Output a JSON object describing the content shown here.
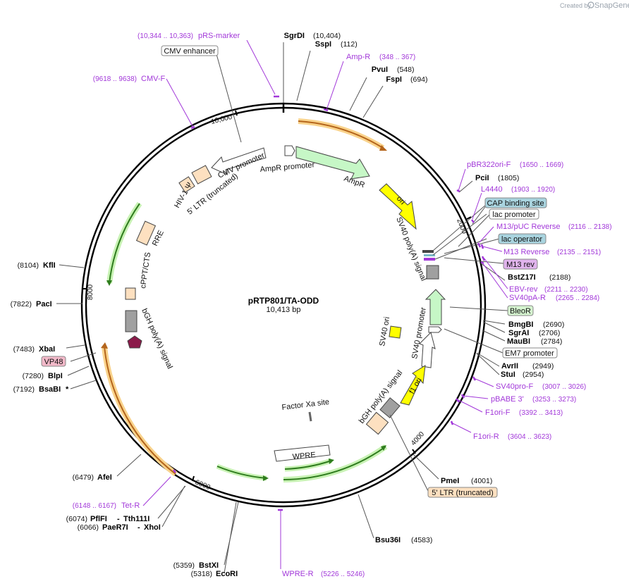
{
  "branding": {
    "credit": "Created by",
    "brand": "SnapGene"
  },
  "map": {
    "name": "pRTP801/TA-ODD",
    "length": "10,413 bp"
  },
  "ticks": [
    "2000",
    "4000",
    "6000",
    "8000",
    "10,000"
  ],
  "enzymes": [
    {
      "name": "SgrDI",
      "pos": "(10,404)"
    },
    {
      "name": "SspI",
      "pos": "(112)"
    },
    {
      "name": "PvuI",
      "pos": "(548)"
    },
    {
      "name": "FspI",
      "pos": "(694)"
    },
    {
      "name": "PciI",
      "pos": "(1805)"
    },
    {
      "name": "BstZ17I",
      "pos": "(2188)"
    },
    {
      "name": "BmgBI",
      "pos": "(2690)"
    },
    {
      "name": "SgrAI",
      "pos": "(2706)"
    },
    {
      "name": "MauBI",
      "pos": "(2784)"
    },
    {
      "name": "AvrII",
      "pos": "(2949)"
    },
    {
      "name": "StuI",
      "pos": "(2954)"
    },
    {
      "name": "PmeI",
      "pos": "(4001)"
    },
    {
      "name": "Bsu36I",
      "pos": "(4583)"
    },
    {
      "name": "BstXI",
      "pos": "(5359)"
    },
    {
      "name": "EcoRI",
      "pos": "(5318)"
    },
    {
      "name": "PflFI",
      "pos": "(6074)"
    },
    {
      "name": "Tth111I",
      "pos": ""
    },
    {
      "name": "PaeR7I",
      "pos": "(6066)"
    },
    {
      "name": "XhoI",
      "pos": ""
    },
    {
      "name": "AfeI",
      "pos": "(6479)"
    },
    {
      "name": "BsaBI",
      "pos": "(7192)",
      "note": "*"
    },
    {
      "name": "BlpI",
      "pos": "(7280)"
    },
    {
      "name": "XbaI",
      "pos": "(7483)"
    },
    {
      "name": "PacI",
      "pos": "(7822)"
    },
    {
      "name": "KflI",
      "pos": "(8104)"
    }
  ],
  "primers": [
    {
      "name": "pRS-marker",
      "pos": "(10,344 .. 10,363)"
    },
    {
      "name": "CMV-F",
      "pos": "(9618 .. 9638)"
    },
    {
      "name": "Amp-R",
      "pos": "(348 .. 367)"
    },
    {
      "name": "pBR322ori-F",
      "pos": "(1650 .. 1669)"
    },
    {
      "name": "L4440",
      "pos": "(1903 .. 1920)"
    },
    {
      "name": "M13/pUC Reverse",
      "pos": "(2116 .. 2138)"
    },
    {
      "name": "M13 Reverse",
      "pos": "(2135 .. 2151)"
    },
    {
      "name": "EBV-rev",
      "pos": "(2211 .. 2230)"
    },
    {
      "name": "SV40pA-R",
      "pos": "(2265 .. 2284)"
    },
    {
      "name": "SV40pro-F",
      "pos": "(3007 .. 3026)"
    },
    {
      "name": "pBABE 3'",
      "pos": "(3253 .. 3273)"
    },
    {
      "name": "F1ori-F",
      "pos": "(3392 .. 3413)"
    },
    {
      "name": "F1ori-R",
      "pos": "(3604 .. 3623)"
    },
    {
      "name": "WPRE-R",
      "pos": "(5226 .. 5246)"
    },
    {
      "name": "Tet-R",
      "pos": "(6148 .. 6167)"
    }
  ],
  "boxed_features": [
    {
      "name": "CMV enhancer",
      "color": "#ffffff"
    },
    {
      "name": "CAP binding site",
      "color": "#a9d4df"
    },
    {
      "name": "lac promoter",
      "color": "#ffffff"
    },
    {
      "name": "lac operator",
      "color": "#a9d4df"
    },
    {
      "name": "M13 rev",
      "color": "#e0b3ec"
    },
    {
      "name": "BleoR",
      "color": "#d6f5d0"
    },
    {
      "name": "EM7 promoter",
      "color": "#ffffff"
    },
    {
      "name": "5' LTR (truncated)",
      "color": "#fde0c0"
    },
    {
      "name": "VP48",
      "color": "#f2b9c9"
    }
  ],
  "inner_labels": [
    "AmpR promoter",
    "AmpR",
    "ori",
    "SV40 poly(A) signal",
    "SV40 ori",
    "SV40 promoter",
    "f1 ori",
    "bGH poly(A) signal",
    "Factor Xa site",
    "WPRE",
    "CMV promoter",
    "HIV-1 Ψ",
    "5' LTR (truncated)",
    "RRE",
    "cPPT/CTS",
    "bGH poly(A) signal"
  ],
  "colors": {
    "primer": "#a238d9",
    "ampr": "#c6f7c6",
    "ori": "#ffff00",
    "ltr": "#fde0c0",
    "orf": "#f5a623",
    "orf_green": "#2f7d1e"
  }
}
